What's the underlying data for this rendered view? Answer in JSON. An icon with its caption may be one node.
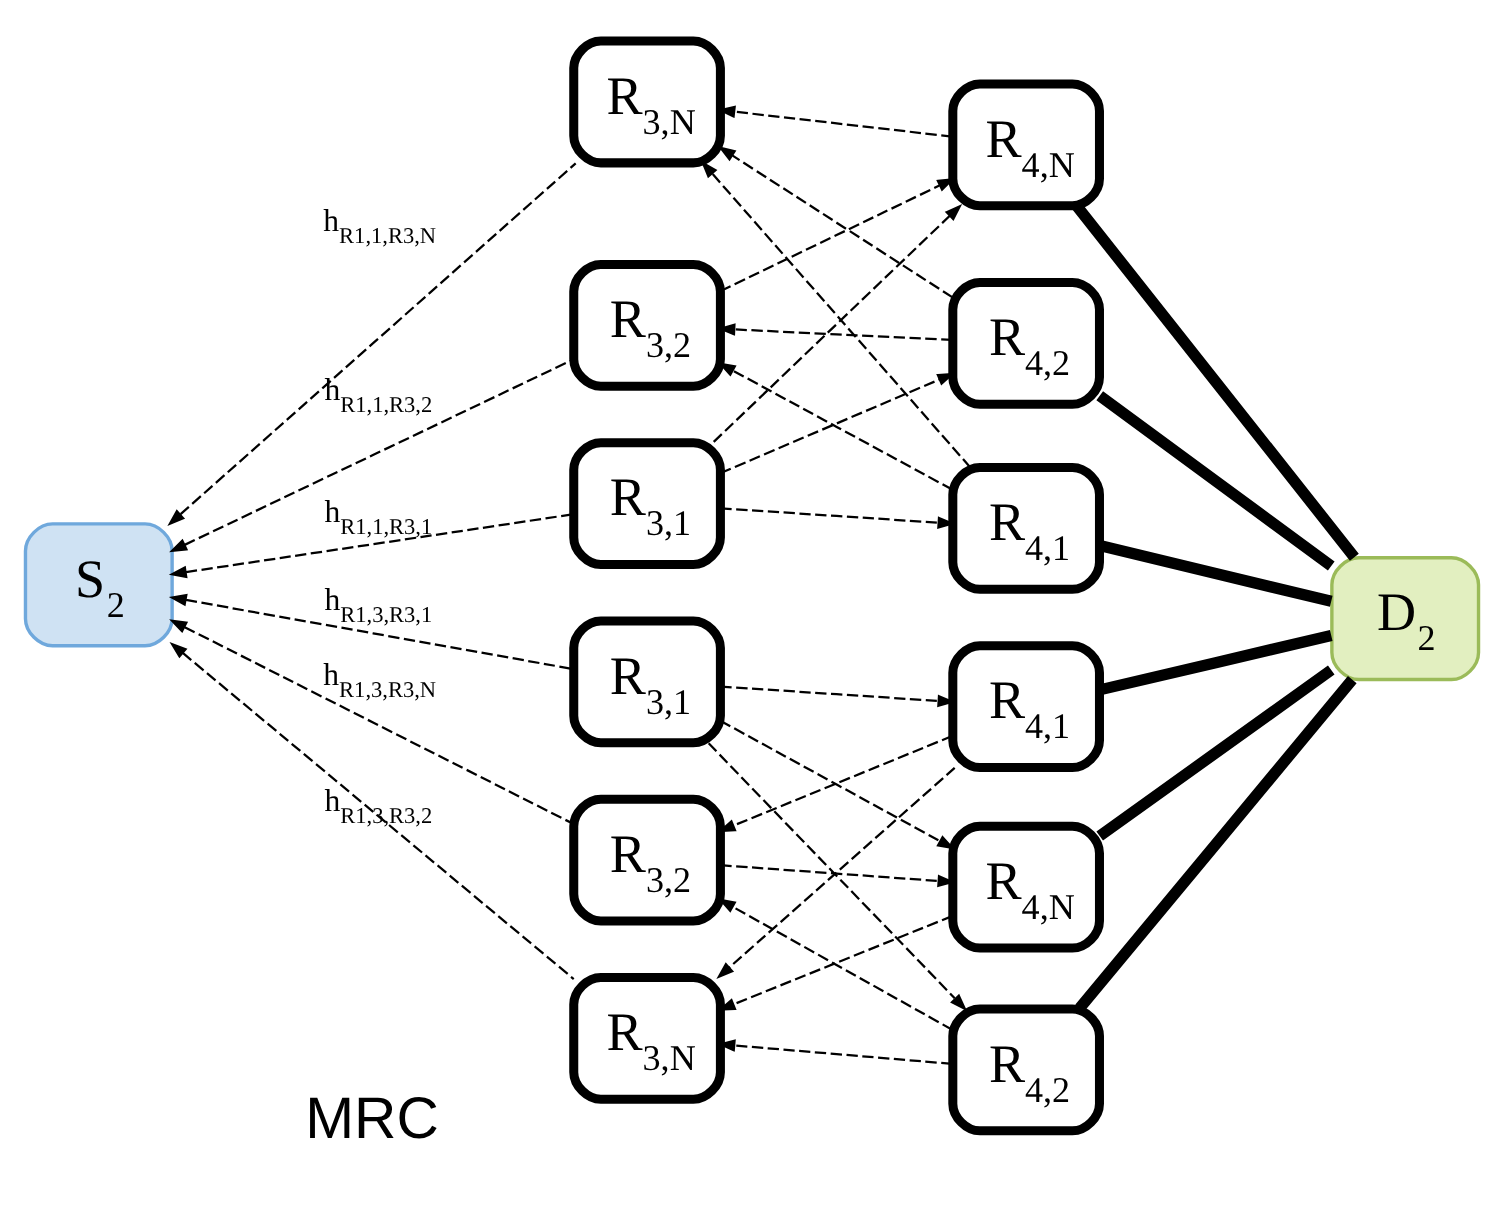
{
  "diagram": {
    "nodes": [
      {
        "text": [
          "S$_{2}$"
        ]
      },
      {
        "text": [
          "R$_{3,1}$"
        ]
      },
      {
        "text": [
          "R$_{3,2}$"
        ]
      },
      {
        "text": [
          "R$_{3,N}$"
        ]
      },
      {
        "text": [
          "R$_{4,1}$"
        ]
      },
      {
        "text": [
          "R$_{4,2}$"
        ]
      },
      {
        "text": [
          "R$_{4,N}$"
        ]
      },
      {
        "text": [
          "R$_{3,1}$"
        ]
      },
      {
        "text": [
          "R$_{3,2}$"
        ]
      },
      {
        "text": [
          "R$_{3,N}$"
        ]
      },
      {
        "text": [
          "R$_{4,1}$"
        ]
      },
      {
        "text": [
          "R$_{4,2}$"
        ]
      },
      {
        "text": [
          "R$_{4,N}$"
        ]
      },
      {
        "text": [
          "D$_{2}$"
        ]
      }
    ],
    "edges": [
      {
        "from": 1,
        "to": 0,
        "arrow": "to",
        "style": "dashed",
        "label": "h$_{R1,1,R3,1}$"
      },
      {
        "from": 2,
        "to": 0,
        "arrow": "to",
        "style": "dashed",
        "label": "h$_{R1,1,R3,2}$"
      },
      {
        "from": 3,
        "to": 0,
        "arrow": "to",
        "style": "dashed",
        "label": "h$_{R1,1,R3,N}$"
      },
      {
        "from": 7,
        "to": 0,
        "arrow": "to",
        "style": "dashed",
        "label": "h$_{R1,3,R3,1}$"
      },
      {
        "from": 8,
        "to": 0,
        "arrow": "to",
        "style": "dashed",
        "label": "h$_{R1,3,R3,N}$"
      },
      {
        "from": 9,
        "to": 0,
        "arrow": "to",
        "style": "dashed",
        "label": "h$_{R1,3,R3,2}$"
      },
      {
        "from": 1,
        "to": 4,
        "arrow": "to",
        "style": "dashed"
      },
      {
        "from": 1,
        "to": 5,
        "arrow": "to",
        "style": "dashed"
      },
      {
        "from": 1,
        "to": 6,
        "arrow": "to",
        "style": "dashed"
      },
      {
        "from": 4,
        "to": 2,
        "arrow": "to",
        "style": "dashed"
      },
      {
        "from": 5,
        "to": 2,
        "arrow": "to",
        "style": "dashed"
      },
      {
        "from": 2,
        "to": 6,
        "arrow": "to",
        "style": "dashed"
      },
      {
        "from": 4,
        "to": 3,
        "arrow": "to",
        "style": "dashed"
      },
      {
        "from": 5,
        "to": 3,
        "arrow": "to",
        "style": "dashed"
      },
      {
        "from": 6,
        "to": 3,
        "arrow": "to",
        "style": "dashed"
      },
      {
        "from": 7,
        "to": 10,
        "arrow": "to",
        "style": "dashed"
      },
      {
        "from": 7,
        "to": 11,
        "arrow": "to",
        "style": "dashed"
      },
      {
        "from": 7,
        "to": 12,
        "arrow": "to",
        "style": "dashed"
      },
      {
        "from": 10,
        "to": 8,
        "arrow": "to",
        "style": "dashed"
      },
      {
        "from": 11,
        "to": 8,
        "arrow": "to",
        "style": "dashed"
      },
      {
        "from": 8,
        "to": 12,
        "arrow": "to",
        "style": "dashed"
      },
      {
        "from": 10,
        "to": 9,
        "arrow": "to",
        "style": "dashed"
      },
      {
        "from": 11,
        "to": 9,
        "arrow": "to",
        "style": "dashed"
      },
      {
        "from": 12,
        "to": 9,
        "arrow": "to",
        "style": "dashed"
      },
      {
        "from": 4,
        "to": 13,
        "arrow": "none",
        "style": "thick"
      },
      {
        "from": 5,
        "to": 13,
        "arrow": "none",
        "style": "thick"
      },
      {
        "from": 6,
        "to": 13,
        "arrow": "none",
        "style": "thick"
      },
      {
        "from": 10,
        "to": 13,
        "arrow": "none",
        "style": "thick"
      },
      {
        "from": 11,
        "to": 13,
        "arrow": "none",
        "style": "thick"
      },
      {
        "from": 12,
        "to": 13,
        "arrow": "none",
        "style": "thick"
      }
    ],
    "labels": [
      "MRC"
    ]
  }
}
